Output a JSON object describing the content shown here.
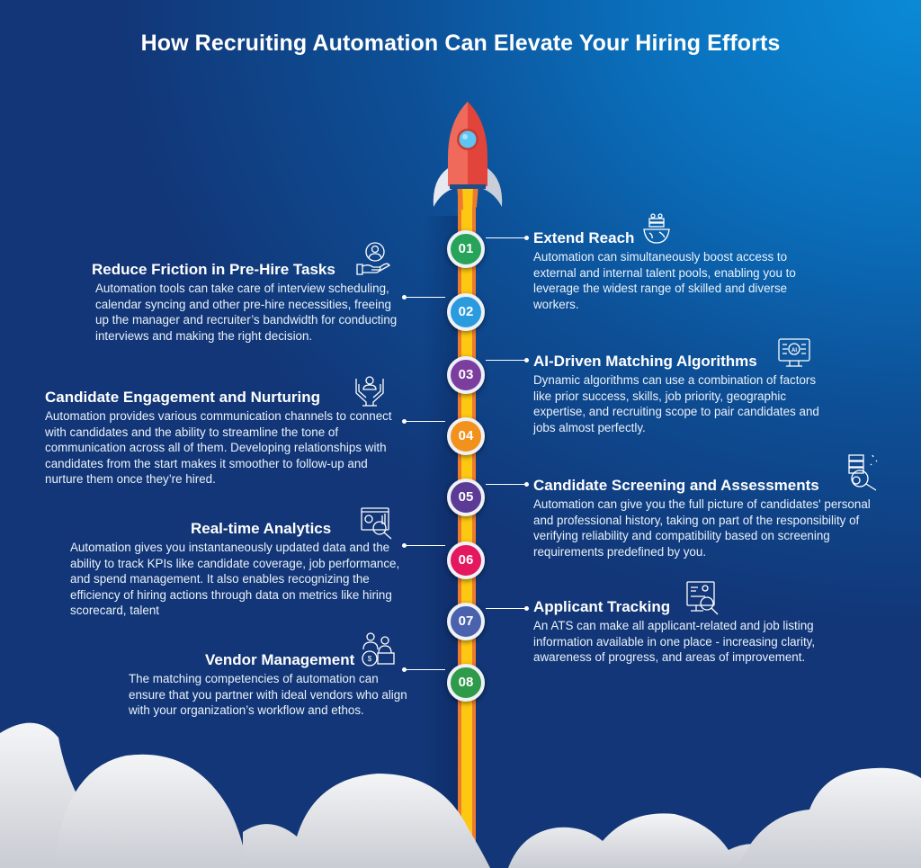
{
  "title": "How Recruiting Automation Can Elevate Your Hiring Efforts",
  "colors": {
    "background_light": "#0a8ad6",
    "background_dark": "#123677",
    "trail_outer": "#ee7a2e",
    "trail_inner": "#fdc811",
    "rocket_body": "#e8453c",
    "rocket_window": "#5ec4f2"
  },
  "steps": [
    {
      "number": "01",
      "side": "right",
      "color": "#27a35a",
      "icon": "globe-people-icon",
      "title": "Extend Reach",
      "text": "Automation can simultaneously boost access to external and internal talent pools, enabling you to leverage the widest range of skilled and diverse workers."
    },
    {
      "number": "02",
      "side": "left",
      "color": "#2b9be0",
      "icon": "hand-person-icon",
      "title": "Reduce Friction in Pre-Hire Tasks",
      "text": "Automation tools can take care of interview scheduling, calendar syncing and other pre-hire necessities, freeing up the manager and recruiter’s bandwidth for conducting interviews and making the right decision."
    },
    {
      "number": "03",
      "side": "right",
      "color": "#7c3e9e",
      "icon": "ai-monitor-icon",
      "title": "AI-Driven Matching Algorithms",
      "text": "Dynamic algorithms can use a combination of factors like prior success, skills, job priority, geographic expertise, and recruiting scope to pair candidates and jobs almost perfectly."
    },
    {
      "number": "04",
      "side": "left",
      "color": "#f2921d",
      "icon": "hands-care-icon",
      "title": "Candidate Engagement and Nurturing",
      "text": "Automation provides various communication channels to connect with candidates and the ability to streamline the tone of communication across all of them. Developing relationships with candidates from the start makes it smoother to follow-up and nurture them once they’re hired."
    },
    {
      "number": "05",
      "side": "right",
      "color": "#5b3b95",
      "icon": "server-search-icon",
      "title": "Candidate Screening and Assessments",
      "text": "Automation can give you the full picture of candidates' personal and professional history, taking on part of the responsibility of verifying reliability and compatibility based on screening requirements predefined by you."
    },
    {
      "number": "06",
      "side": "left",
      "color": "#e3185f",
      "icon": "analytics-search-icon",
      "title": "Real-time Analytics",
      "text": "Automation gives you instantaneously updated data and the ability to track KPIs like candidate coverage, job performance, and spend management. It also enables recognizing the efficiency of hiring actions through data on metrics like hiring scorecard, talent"
    },
    {
      "number": "07",
      "side": "right",
      "color": "#4a62ad",
      "icon": "tracking-monitor-icon",
      "title": "Applicant Tracking",
      "text": "An ATS can make all applicant-related and job listing information available in one place - increasing clarity, awareness of progress, and areas of improvement."
    },
    {
      "number": "08",
      "side": "left",
      "color": "#2f9a4a",
      "icon": "vendor-people-icon",
      "title": "Vendor Management",
      "text": "The matching competencies of automation can ensure that you partner with ideal vendors who align with your organization’s workflow and ethos."
    }
  ]
}
